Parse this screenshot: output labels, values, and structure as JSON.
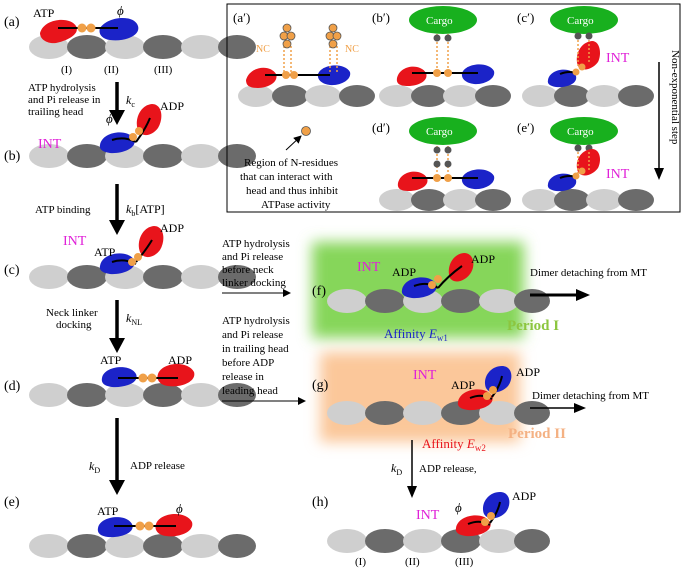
{
  "colors": {
    "red_head": "#e8141b",
    "blue_head": "#1b23c8",
    "orange_neck": "#f0a048",
    "mt_light": "#cfcfcf",
    "mt_dark": "#6b6b6b",
    "cargo_green": "#18b01e",
    "int_magenta": "#e020d8",
    "period1_green": "#8cc63f",
    "period2_orange": "#f4b183",
    "glow_green": "#86d65a",
    "glow_orange": "#fbc79a"
  },
  "panels": {
    "a": {
      "label": "(a)",
      "left_nuc": "ATP",
      "right_nuc": "ϕ",
      "site1": "(I)",
      "site2": "(II)",
      "site3": "(III)"
    },
    "b": {
      "label": "(b)",
      "int": "INT",
      "left_nuc": "ϕ",
      "right_nuc": "ADP"
    },
    "c": {
      "label": "(c)",
      "int": "INT",
      "left_nuc": "ATP",
      "right_nuc": "ADP"
    },
    "d": {
      "label": "(d)",
      "left_nuc": "ATP",
      "right_nuc": "ADP"
    },
    "e": {
      "label": "(e)",
      "left_nuc": "ATP",
      "right_nuc": "ϕ"
    },
    "f": {
      "label": "(f)",
      "int": "INT",
      "left_nuc": "ADP",
      "right_nuc": "ADP",
      "affinity": "Affinity ",
      "affinity_sym": "E",
      "affinity_sub": "w1",
      "period": "Period I",
      "detach": "Dimer detaching from MT"
    },
    "g": {
      "label": "(g)",
      "int": "INT",
      "left_nuc": "ADP",
      "right_nuc": "ADP",
      "affinity": "Affinity ",
      "affinity_sym": "E",
      "affinity_sub": "w2",
      "period": "Period II",
      "detach": "Dimer detaching from MT"
    },
    "h": {
      "label": "(h)",
      "int": "INT",
      "left_nuc": "ϕ",
      "right_nuc": "ADP",
      "site1": "(I)",
      "site2": "(II)",
      "site3": "(III)"
    }
  },
  "transitions": {
    "a_b": {
      "lines": [
        "ATP hydrolysis",
        "and Pi release in",
        "trailing head"
      ],
      "rate_sym": "k",
      "rate_sub": "c",
      "rate_tail": ""
    },
    "b_c": {
      "lines": [
        "ATP binding"
      ],
      "rate_sym": "k",
      "rate_sub": "b",
      "rate_tail": "[ATP]"
    },
    "c_d": {
      "lines": [
        "Neck linker",
        "docking"
      ],
      "rate_sym": "k",
      "rate_sub": "NL",
      "rate_tail": ""
    },
    "d_e": {
      "lines": [
        "ADP release"
      ],
      "rate_sym": "k",
      "rate_sub": "D",
      "rate_tail": ""
    },
    "c_f": {
      "lines": [
        "ATP hydrolysis",
        "and Pi release",
        "before neck",
        "linker docking"
      ]
    },
    "d_g": {
      "lines": [
        "ATP hydrolysis",
        "and Pi release",
        "in trailing head",
        "before ADP",
        "release in",
        "leading head"
      ]
    },
    "g_h": {
      "lines": [
        "ADP release,"
      ],
      "rate_sym": "k",
      "rate_sub": "D",
      "rate_tail": ""
    }
  },
  "inset": {
    "a_prime": {
      "label": "(a′)",
      "nc_left": "NC",
      "nc_right": "NC",
      "legend": [
        "Region of N-residues",
        "that can interact with",
        "head and thus inhibit",
        "ATPase activity"
      ]
    },
    "b_prime": {
      "label": "(b′)",
      "cargo": "Cargo"
    },
    "c_prime": {
      "label": "(c′)",
      "cargo": "Cargo",
      "int": "INT"
    },
    "d_prime": {
      "label": "(d′)",
      "cargo": "Cargo"
    },
    "e_prime": {
      "label": "(e′)",
      "cargo": "Cargo",
      "int": "INT"
    },
    "side_label": "Non-exponential step"
  }
}
